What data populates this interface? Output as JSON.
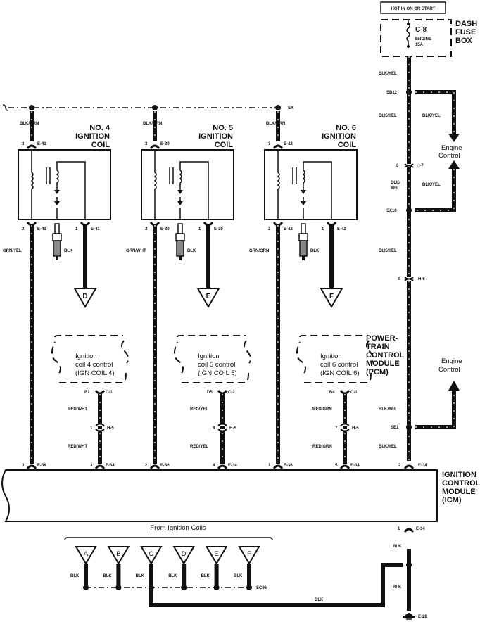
{
  "power": {
    "hot_label": "HOT IN ON OR START",
    "fuse_box_label": [
      "DASH",
      "FUSE",
      "BOX"
    ],
    "fuse_id": "C-8",
    "fuse_name": "ENGINE",
    "fuse_rating": "15A",
    "wire_color": "BLK/YEL"
  },
  "feed": {
    "splice_top": "SX",
    "splices": [
      "SB12",
      "SX10",
      "SE1"
    ],
    "engine_control_label": [
      "Engine",
      "Control"
    ],
    "branch_wire": "BLK/YEL",
    "connectors": [
      {
        "pin": "6",
        "id": "H-7"
      },
      {
        "pin": "8",
        "id": "H-6"
      },
      {
        "pin": "2",
        "id": "E-34"
      }
    ],
    "wire_labels": [
      "BLK/YEL",
      "BLK/YEL",
      "BLK/",
      "YEL",
      "BLK/YEL",
      "BLK/YEL",
      "BLK/YEL",
      "BLK/YEL"
    ]
  },
  "coils": [
    {
      "title": [
        "NO. 4",
        "IGNITION",
        "COIL"
      ],
      "feed_wire": "BLK/ORN",
      "in_pin": "3",
      "connector": "E-41",
      "out_pin_signal": "2",
      "out_pin_ground": "1",
      "signal_wire": "GRN/YEL",
      "ground_wire": "BLK",
      "ground_ref": "D",
      "icm_pin": "3",
      "icm_conn": "E-36"
    },
    {
      "title": [
        "NO. 5",
        "IGNITION",
        "COIL"
      ],
      "feed_wire": "BLK/ORN",
      "in_pin": "3",
      "connector": "E-39",
      "out_pin_signal": "2",
      "out_pin_ground": "1",
      "signal_wire": "GRN/WHT",
      "ground_wire": "BLK",
      "ground_ref": "E",
      "icm_pin": "2",
      "icm_conn": "E-36"
    },
    {
      "title": [
        "NO. 6",
        "IGNITION",
        "COIL"
      ],
      "feed_wire": "BLK/ORN",
      "in_pin": "3",
      "connector": "E-42",
      "out_pin_signal": "2",
      "out_pin_ground": "1",
      "signal_wire": "GRN/ORN",
      "ground_wire": "BLK",
      "ground_ref": "F",
      "icm_pin": "1",
      "icm_conn": "E-36"
    }
  ],
  "pcm": {
    "label": [
      "POWER-",
      "TRAIN",
      "CONTROL",
      "MODULE",
      "(PCM)"
    ],
    "controls": [
      {
        "line1": "Ignition",
        "line2": "coil 4 control",
        "line3": "(IGN COIL 4)",
        "pin": "B2",
        "conn": "C-1",
        "wire": "RED/WHT",
        "h_pin": "1",
        "h_conn": "H-5",
        "icm_pin": "3",
        "icm_conn": "E-34"
      },
      {
        "line1": "Ignition",
        "line2": "coil 5 control",
        "line3": "(IGN COIL 5)",
        "pin": "D5",
        "conn": "C-2",
        "wire": "RED/YEL",
        "h_pin": "8",
        "h_conn": "H-5",
        "icm_pin": "4",
        "icm_conn": "E-34"
      },
      {
        "line1": "Ignition",
        "line2": "coil 6 control",
        "line3": "(IGN COIL 6)",
        "pin": "B4",
        "conn": "C-1",
        "wire": "RED/GRN",
        "h_pin": "7",
        "h_conn": "H-5",
        "icm_pin": "5",
        "icm_conn": "E-34"
      }
    ]
  },
  "icm": {
    "label": [
      "IGNITION",
      "CONTROL",
      "MODULE",
      "(ICM)"
    ],
    "ground_pin": "1",
    "ground_conn": "E-34"
  },
  "grounds": {
    "title": "From Ignition Coils",
    "refs": [
      "A",
      "B",
      "C",
      "D",
      "E",
      "F"
    ],
    "wire": "BLK",
    "splice": "SC96",
    "ground_id": "E-28"
  }
}
